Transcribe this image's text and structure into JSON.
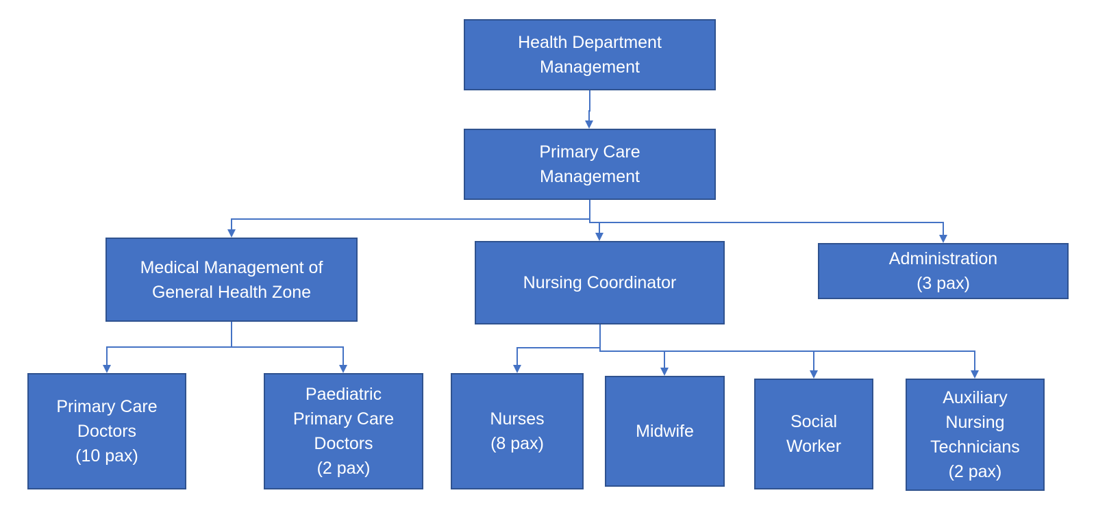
{
  "diagram": {
    "type": "org-chart",
    "colors": {
      "box_fill": "#4472c4",
      "box_border": "#2f528f",
      "text": "#ffffff",
      "connector": "#4472c4",
      "background": "#ffffff"
    },
    "nodes": {
      "health_dept": {
        "lines": [
          "Health Department",
          "Management"
        ]
      },
      "primary_care_mgmt": {
        "lines": [
          "Primary Care",
          "Management"
        ]
      },
      "medical_mgmt": {
        "lines": [
          "Medical Management of",
          "General Health Zone"
        ]
      },
      "nursing_coord": {
        "lines": [
          "Nursing Coordinator"
        ]
      },
      "administration": {
        "lines": [
          "Administration",
          "(3 pax)"
        ]
      },
      "pc_doctors": {
        "lines": [
          "Primary Care",
          "Doctors",
          "(10 pax)"
        ]
      },
      "paed_doctors": {
        "lines": [
          "Paediatric",
          "Primary Care",
          "Doctors",
          "(2 pax)"
        ]
      },
      "nurses": {
        "lines": [
          "Nurses",
          "(8 pax)"
        ]
      },
      "midwife": {
        "lines": [
          "Midwife"
        ]
      },
      "social_worker": {
        "lines": [
          "Social",
          "Worker"
        ]
      },
      "aux_nursing": {
        "lines": [
          "Auxiliary",
          "Nursing",
          "Technicians",
          "(2 pax)"
        ]
      }
    },
    "edges": [
      {
        "from": "health_dept",
        "to": "primary_care_mgmt"
      },
      {
        "from": "primary_care_mgmt",
        "to": "medical_mgmt"
      },
      {
        "from": "primary_care_mgmt",
        "to": "nursing_coord"
      },
      {
        "from": "primary_care_mgmt",
        "to": "administration"
      },
      {
        "from": "medical_mgmt",
        "to": "pc_doctors"
      },
      {
        "from": "medical_mgmt",
        "to": "paed_doctors"
      },
      {
        "from": "nursing_coord",
        "to": "nurses"
      },
      {
        "from": "nursing_coord",
        "to": "midwife"
      },
      {
        "from": "nursing_coord",
        "to": "social_worker"
      },
      {
        "from": "nursing_coord",
        "to": "aux_nursing"
      }
    ]
  }
}
